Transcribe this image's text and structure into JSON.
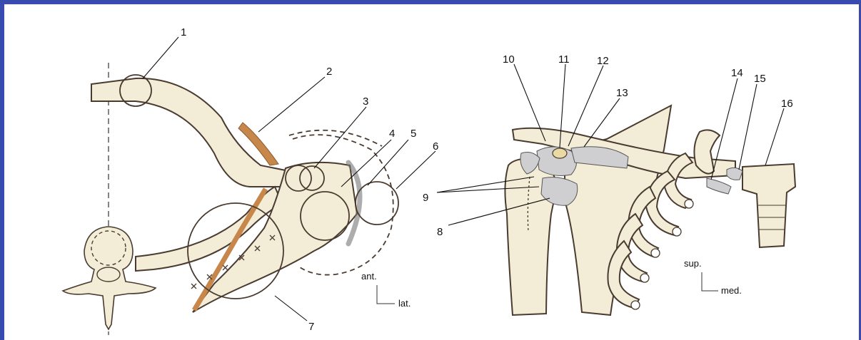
{
  "colors": {
    "frame": "#3a4bb0",
    "bone": "#f3ecd6",
    "outline": "#4a3b30",
    "muscle": "#c8874a",
    "ligament": "#cfcfd2"
  },
  "left_figure": {
    "labels": [
      "1",
      "2",
      "3",
      "4",
      "5",
      "6",
      "7"
    ],
    "orientation": {
      "primary": "ant.",
      "secondary": "lat."
    }
  },
  "right_figure": {
    "labels": [
      "8",
      "9",
      "10",
      "11",
      "12",
      "13",
      "14",
      "15",
      "16"
    ],
    "orientation": {
      "primary": "sup.",
      "secondary": "med."
    }
  }
}
